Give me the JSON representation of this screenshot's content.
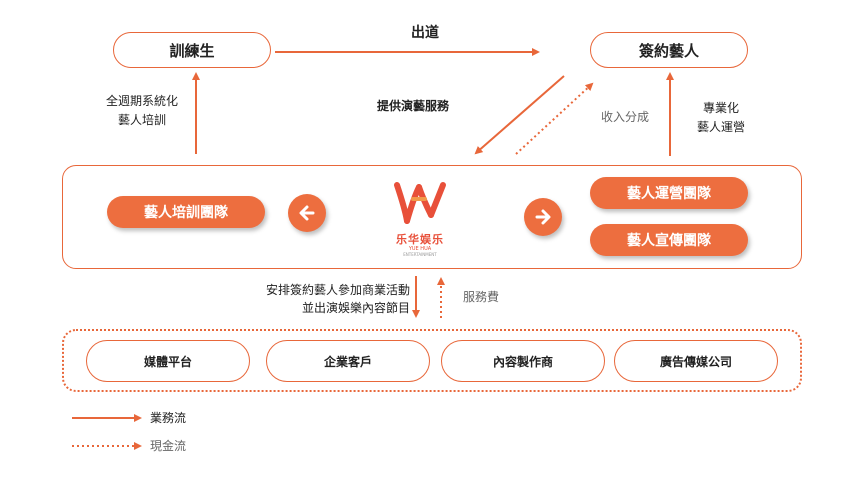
{
  "nodes": {
    "trainee": "訓練生",
    "signed_artist": "簽約藝人"
  },
  "edges": {
    "debut": "出道",
    "training_left": [
      "全週期系統化",
      "藝人培訓"
    ],
    "provide_services": "提供演藝服務",
    "revenue_share": "收入分成",
    "management_right": [
      "專業化",
      "藝人運營"
    ],
    "arrange_activities": [
      "安排簽約藝人參加商業活動",
      "並出演娛樂內容節目"
    ],
    "service_fee": "服務費"
  },
  "company": {
    "logo_cn": "乐华娱乐",
    "logo_en": "YUE HUA",
    "logo_en_sub": "ENTERTAINMENT",
    "teams": {
      "training": "藝人培訓團隊",
      "operation": "藝人運營團隊",
      "promotion": "藝人宣傳團隊"
    }
  },
  "clients": [
    "媒體平台",
    "企業客戶",
    "內容製作商",
    "廣告傳媒公司"
  ],
  "legend": {
    "business_flow": "業務流",
    "cash_flow": "現金流"
  },
  "colors": {
    "accent": "#ed6e3f",
    "border": "#e8673a"
  }
}
